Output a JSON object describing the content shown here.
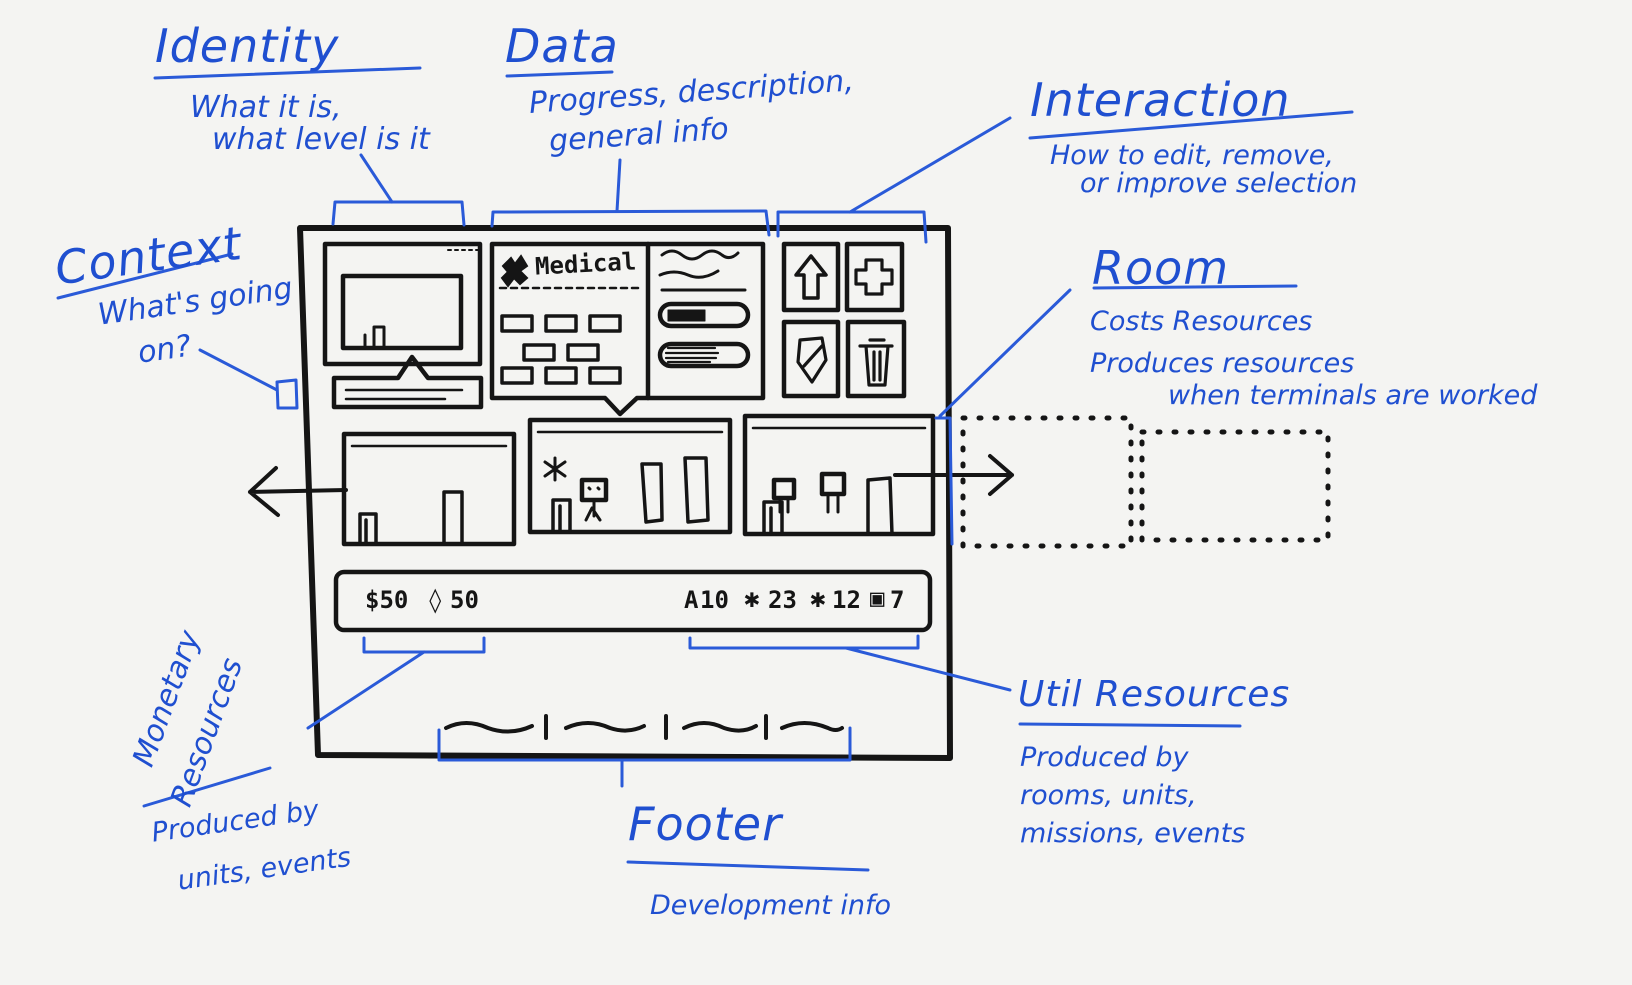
{
  "annotations": {
    "identity": {
      "title": "Identity",
      "lines": [
        "What it is,",
        "what level is it"
      ]
    },
    "data": {
      "title": "Data",
      "lines": [
        "Progress, description,",
        "general info"
      ]
    },
    "interaction": {
      "title": "Interaction",
      "lines": [
        "How to edit, remove,",
        "or improve selection"
      ]
    },
    "context": {
      "title": "Context",
      "lines": [
        "What's going",
        "on?"
      ]
    },
    "room": {
      "title": "Room",
      "lines": [
        "Costs Resources",
        "Produces resources",
        "when terminals are worked"
      ]
    },
    "monetary": {
      "title": [
        "Monetary",
        "Resources"
      ],
      "lines": [
        "Produced by",
        "units, events"
      ]
    },
    "util": {
      "title": "Util Resources",
      "lines": [
        "Produced by",
        "rooms, units,",
        "missions, events"
      ]
    },
    "footer": {
      "title": "Footer",
      "lines": [
        "Development info"
      ]
    }
  },
  "sketch": {
    "selection_label": "Medical",
    "money": {
      "cash": "$50",
      "gems": "50"
    },
    "util": {
      "a": "10",
      "b": "23",
      "c": "12",
      "d": "7"
    }
  },
  "colors": {
    "marker_blue": "#1f4fd0",
    "marker_black": "#151515",
    "board": "#f4f4f2"
  }
}
